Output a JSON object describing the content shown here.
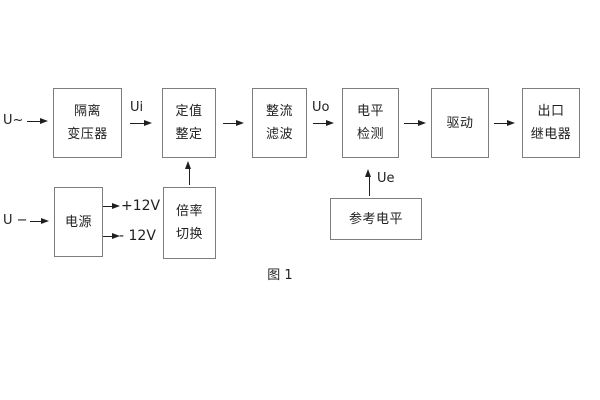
{
  "diagram": {
    "caption": "图 1",
    "inputs": {
      "ac": "U~",
      "dc": "U −"
    },
    "signals": {
      "ui": "Ui",
      "uo": "Uo",
      "ue": "Ue",
      "plus12": "+12V",
      "minus12": "- 12V"
    },
    "nodes": {
      "isolation_transformer": {
        "line1": "隔离",
        "line2": "变压器"
      },
      "setting": {
        "line1": "定值",
        "line2": "整定"
      },
      "rectifier_filter": {
        "line1": "整流",
        "line2": "滤波"
      },
      "level_detection": {
        "line1": "电平",
        "line2": "检测"
      },
      "drive": {
        "line1": "驱动"
      },
      "output_relay": {
        "line1": "出口",
        "line2": "继电器"
      },
      "power_supply": {
        "line1": "电源"
      },
      "ratio_switch": {
        "line1": "倍率",
        "line2": "切换"
      },
      "reference_level": {
        "line1": "参考电平"
      }
    }
  },
  "colors": {
    "background": "#ffffff",
    "box_border": "#7d7d7d",
    "text": "#1f1f1f",
    "arrow": "#1f1f1f"
  }
}
